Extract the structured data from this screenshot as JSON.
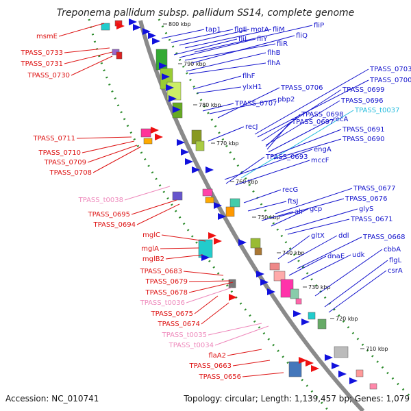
{
  "title": "Treponema pallidum subsp. pallidum SS14, complete genome",
  "footer": {
    "accession": "Accession: NC_010741",
    "summary": "Topology: circular; Length: 1,139,457 bp; Genes: 1,079"
  },
  "colors": {
    "left_labels": "#dd1111",
    "right_labels": "#1111cc",
    "rna_labels": "#ee88bb",
    "cyan_label": "#22bbdd",
    "backbone": "#888888",
    "dots": "#2a8a2a"
  },
  "kbp_ticks": [
    "800 kbp",
    "790 kbp",
    "780 kbp",
    "770 kbp",
    "760 kbp",
    "750 kbp",
    "740 kbp",
    "730 kbp",
    "720 kbp",
    "710 kbp"
  ],
  "left_genes": [
    {
      "label": "msmE",
      "type": "cds"
    },
    {
      "label": "TPASS_0733",
      "type": "cds"
    },
    {
      "label": "TPASS_0731",
      "type": "cds"
    },
    {
      "label": "TPASS_0730",
      "type": "cds"
    },
    {
      "label": "TPASS_0711",
      "type": "cds"
    },
    {
      "label": "TPASS_0710",
      "type": "cds"
    },
    {
      "label": "TPASS_0709",
      "type": "cds"
    },
    {
      "label": "TPASS_0708",
      "type": "cds"
    },
    {
      "label": "TPASS_t0038",
      "type": "rna"
    },
    {
      "label": "TPASS_0695",
      "type": "cds"
    },
    {
      "label": "TPASS_0694",
      "type": "cds"
    },
    {
      "label": "mglC",
      "type": "cds"
    },
    {
      "label": "mglA",
      "type": "cds"
    },
    {
      "label": "mglB2",
      "type": "cds"
    },
    {
      "label": "TPASS_0683",
      "type": "cds"
    },
    {
      "label": "TPASS_0679",
      "type": "cds"
    },
    {
      "label": "TPASS_0678",
      "type": "cds"
    },
    {
      "label": "TPASS_t0036",
      "type": "rna"
    },
    {
      "label": "TPASS_0675",
      "type": "cds"
    },
    {
      "label": "TPASS_0674",
      "type": "cds"
    },
    {
      "label": "TPASS_t0035",
      "type": "rna"
    },
    {
      "label": "TPASS_t0034",
      "type": "rna"
    },
    {
      "label": "flaA2",
      "type": "cds"
    },
    {
      "label": "TPASS_0663",
      "type": "cds"
    },
    {
      "label": "TPASS_0656",
      "type": "cds"
    }
  ],
  "right_genes": [
    {
      "label": "tap1",
      "type": "cds"
    },
    {
      "label": "flgE",
      "type": "cds"
    },
    {
      "label": "motA",
      "type": "cds"
    },
    {
      "label": "fliM",
      "type": "cds"
    },
    {
      "label": "fliP",
      "type": "cds"
    },
    {
      "label": "fliL",
      "type": "cds"
    },
    {
      "label": "fliY",
      "type": "cds"
    },
    {
      "label": "fliR",
      "type": "cds"
    },
    {
      "label": "fliQ",
      "type": "cds"
    },
    {
      "label": "flhB",
      "type": "cds"
    },
    {
      "label": "flhA",
      "type": "cds"
    },
    {
      "label": "flhF",
      "type": "cds"
    },
    {
      "label": "ylxH1",
      "type": "cds"
    },
    {
      "label": "TPASS_0707",
      "type": "cds"
    },
    {
      "label": "pbp2",
      "type": "cds"
    },
    {
      "label": "TPASS_0706",
      "type": "cds"
    },
    {
      "label": "TPASS_0703",
      "type": "cds"
    },
    {
      "label": "TPASS_0700",
      "type": "cds"
    },
    {
      "label": "TPASS_0699",
      "type": "cds"
    },
    {
      "label": "TPASS_0696",
      "type": "cds"
    },
    {
      "label": "TPASS_t0037",
      "type": "rna"
    },
    {
      "label": "recJ",
      "type": "cds"
    },
    {
      "label": "TPASS_0698",
      "type": "cds"
    },
    {
      "label": "TPASS_0697",
      "type": "cds"
    },
    {
      "label": "recA",
      "type": "cds"
    },
    {
      "label": "TPASS_0691",
      "type": "cds"
    },
    {
      "label": "TPASS_0690",
      "type": "cds"
    },
    {
      "label": "engA",
      "type": "cds"
    },
    {
      "label": "TPASS_0693",
      "type": "cds"
    },
    {
      "label": "mccF",
      "type": "cds"
    },
    {
      "label": "recG",
      "type": "cds"
    },
    {
      "label": "TPASS_0677",
      "type": "cds"
    },
    {
      "label": "ftsJ",
      "type": "cds"
    },
    {
      "label": "TPASS_0676",
      "type": "cds"
    },
    {
      "label": "alr",
      "type": "cds"
    },
    {
      "label": "gcp",
      "type": "cds"
    },
    {
      "label": "glyS",
      "type": "cds"
    },
    {
      "label": "TPASS_0671",
      "type": "cds"
    },
    {
      "label": "gltX",
      "type": "cds"
    },
    {
      "label": "ddl",
      "type": "cds"
    },
    {
      "label": "TPASS_0668",
      "type": "cds"
    },
    {
      "label": "dnaE",
      "type": "cds"
    },
    {
      "label": "udk",
      "type": "cds"
    },
    {
      "label": "cbbA",
      "type": "cds"
    },
    {
      "label": "flgL",
      "type": "cds"
    },
    {
      "label": "csrA",
      "type": "cds"
    }
  ]
}
